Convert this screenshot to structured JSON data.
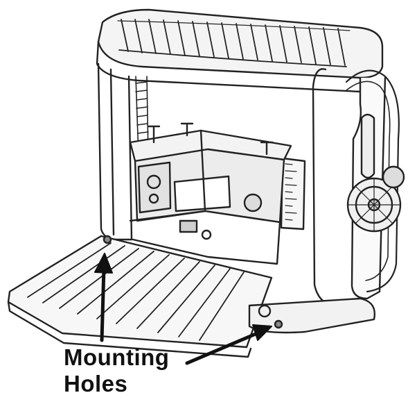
{
  "figure": {
    "subject": "planer-machine-line-drawing",
    "callout": {
      "lines": [
        "Mounting",
        "Holes"
      ]
    },
    "colors": {
      "line": "#222222",
      "shade": "#d9d9d9",
      "arrow": "#111111",
      "background": "#ffffff"
    }
  }
}
